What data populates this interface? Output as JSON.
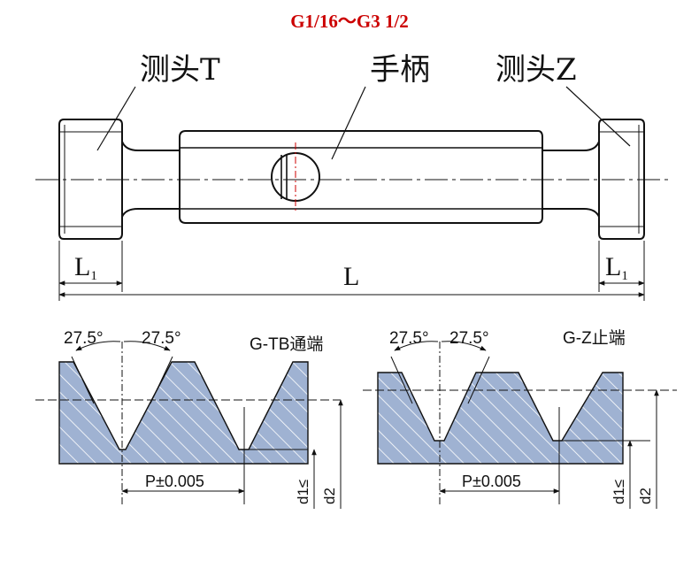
{
  "title": "G1/16～G3 1/2",
  "labels": {
    "probe_t": "测头T",
    "handle": "手柄",
    "probe_z": "测头Z",
    "dim_l1": "L",
    "dim_l1_sub": "1",
    "dim_l": "L"
  },
  "profile_left": {
    "angle_left": "27.5°",
    "angle_right": "27.5°",
    "name": "G-TB通端",
    "pitch": "P±0.005",
    "d1": "d1≤",
    "d2": "d2"
  },
  "profile_right": {
    "angle_left": "27.5°",
    "angle_right": "27.5°",
    "name": "G-Z止端",
    "pitch": "P±0.005",
    "d1": "d1≤",
    "d2": "d2"
  },
  "colors": {
    "title": "#cc0000",
    "thread_fill": "#9fb2d2",
    "center_mark": "#cc0000"
  }
}
